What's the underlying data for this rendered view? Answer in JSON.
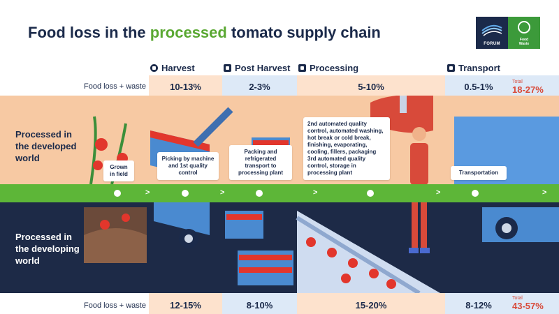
{
  "title": {
    "before": "Food loss in the ",
    "highlight": "processed",
    "after": " tomato supply chain"
  },
  "logos": {
    "forum_text": "FORUM",
    "food_text": "Food\nWaste"
  },
  "row_label": "Food loss + waste",
  "stages": [
    {
      "name": "Harvest",
      "icon": "check-circle-icon",
      "developed": "10-13%",
      "developing": "12-15%",
      "callout": "Picking by machine and 1st quality control"
    },
    {
      "name": "Post Harvest",
      "icon": "box-icon",
      "developed": "2-3%",
      "developing": "8-10%",
      "callout": "Packing and refrigerated transport to processing plant"
    },
    {
      "name": "Processing",
      "icon": "factory-icon",
      "developed": "5-10%",
      "developing": "15-20%",
      "callout": "2nd automated quality control, automated washing, hot break or cold break, finishing, evaporating, cooling, fillers, packaging 3rd automated quality control, storage in processing plant"
    },
    {
      "name": "Transport",
      "icon": "truck-icon",
      "developed": "0.5-1%",
      "developing": "8-12%",
      "callout": "Transportation"
    }
  ],
  "field_callout": "Grown in field",
  "totals": {
    "label": "Total",
    "developed": "18-27%",
    "developing": "43-57%"
  },
  "regions": {
    "developed": "Processed in the developed world",
    "developing": "Processed in the developing world"
  },
  "colors": {
    "navy": "#1b2a4a",
    "green": "#5db638",
    "highlight": "#5aa832",
    "peach": "#f7c9a3",
    "red": "#d84a3a"
  }
}
